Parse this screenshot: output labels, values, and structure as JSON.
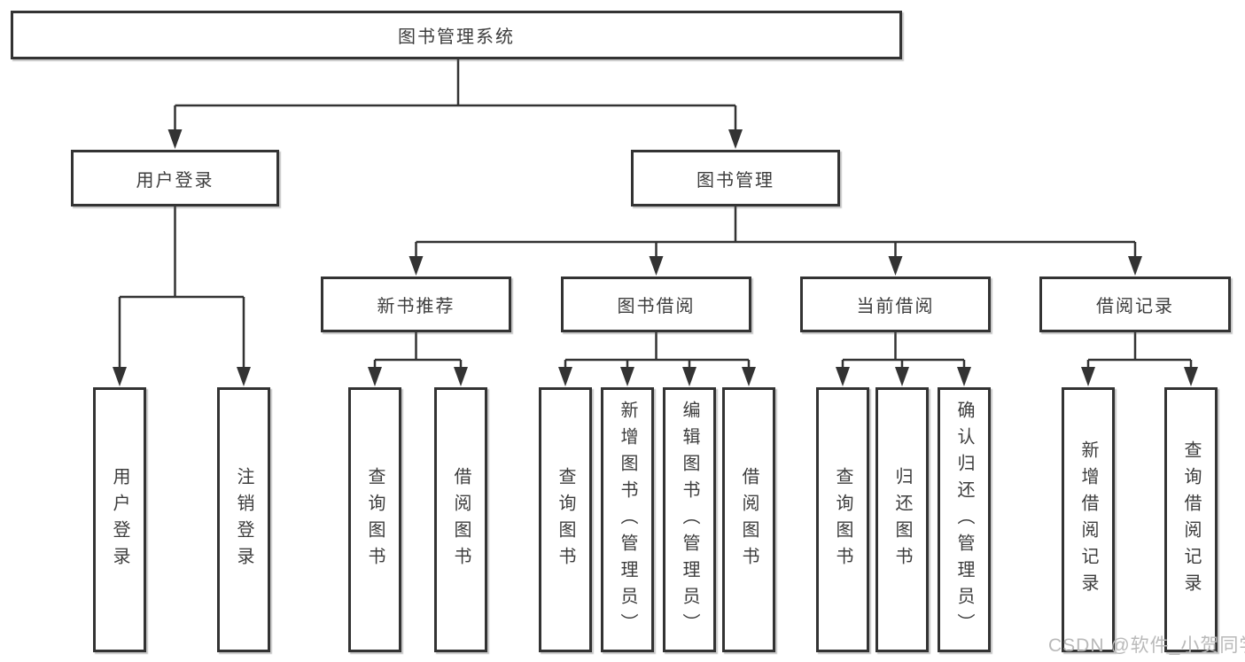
{
  "tree": {
    "root": "图书管理系统",
    "children": [
      {
        "label": "用户登录",
        "children": [
          "用户登录",
          "注销登录"
        ]
      },
      {
        "label": "图书管理",
        "children": [
          {
            "label": "新书推荐",
            "children": [
              "查询图书",
              "借阅图书"
            ]
          },
          {
            "label": "图书借阅",
            "children": [
              "查询图书",
              "新增图书（管理员）",
              "编辑图书（管理员）",
              "借阅图书"
            ]
          },
          {
            "label": "当前借阅",
            "children": [
              "查询图书",
              "归还图书",
              "确认归还（管理员）"
            ]
          },
          {
            "label": "借阅记录",
            "children": [
              "新增借阅记录",
              "查询借阅记录"
            ]
          }
        ]
      }
    ]
  },
  "watermark": {
    "text": "CSDN @软件_小贺同学"
  },
  "colors": {
    "line": "#333333",
    "text": "#3d3d3d",
    "box_background": "#ffffff",
    "watermark": "#b9b9b9"
  }
}
